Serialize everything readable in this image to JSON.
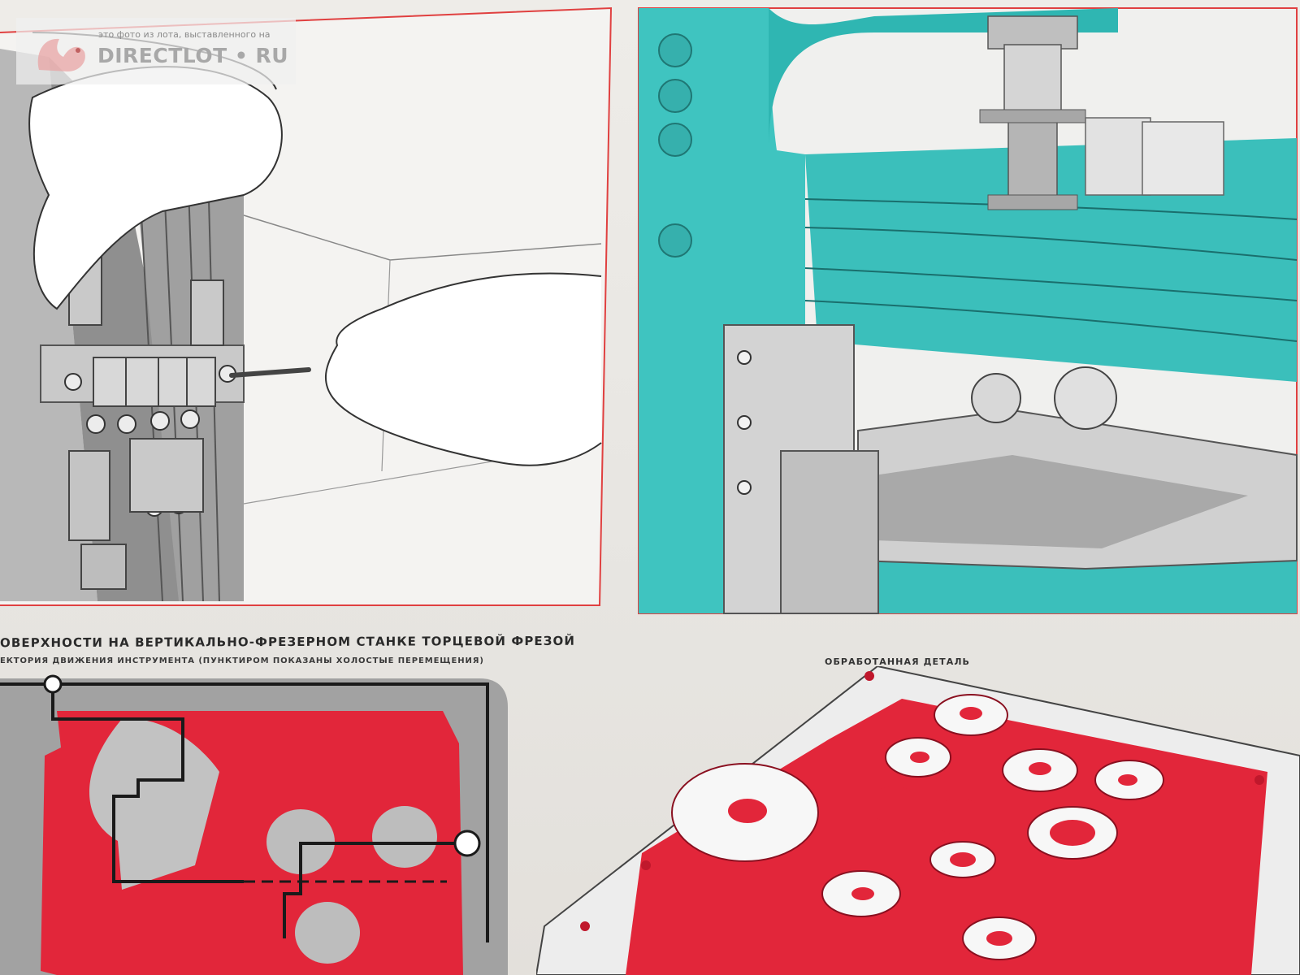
{
  "watermark": {
    "small_text": "это фото из лота, выставленного на",
    "site_name": "DIRECTLOT • RU"
  },
  "captions": {
    "main_title": "ОВЕРХНОСТИ НА ВЕРТИКАЛЬНО-ФРЕЗЕРНОМ СТАНКЕ ТОРЦЕВОЙ ФРЕЗОЙ",
    "path_subtitle": "ЕКТОРИЯ ДВИЖЕНИЯ ИНСТРУМЕНТА (ПУНКТИРОМ ПОКАЗАНЫ ХОЛОСТЫЕ ПЕРЕМЕЩЕНИЯ)",
    "finished_part": "ОБРАБОТАННАЯ ДЕТАЛЬ"
  },
  "colors": {
    "accent_red": "#e2263a",
    "machine_teal": "#3fc4c0",
    "frame_red_line": "#e04040",
    "steel_gray": "#a9a9a9"
  }
}
